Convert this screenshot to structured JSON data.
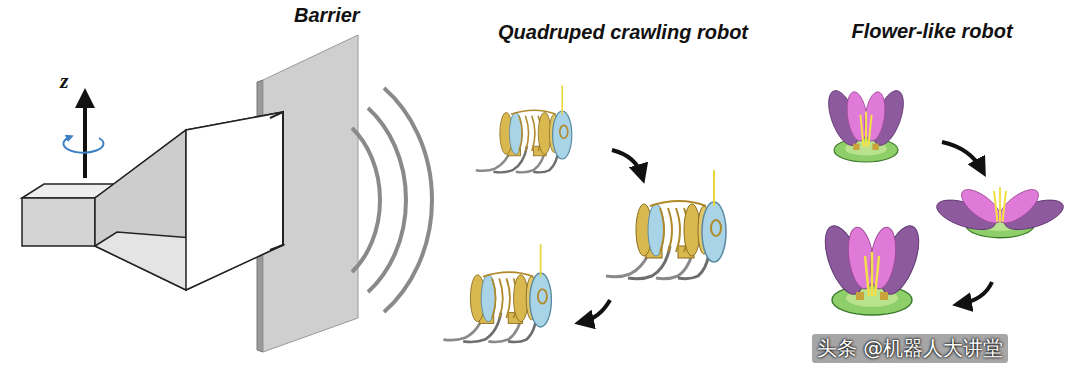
{
  "diagram": {
    "labels": [
      "z",
      "Barrier",
      "Quadruped crawling robot",
      "Flower-like robot",
      "头条 @机器人大讲堂"
    ]
  }
}
